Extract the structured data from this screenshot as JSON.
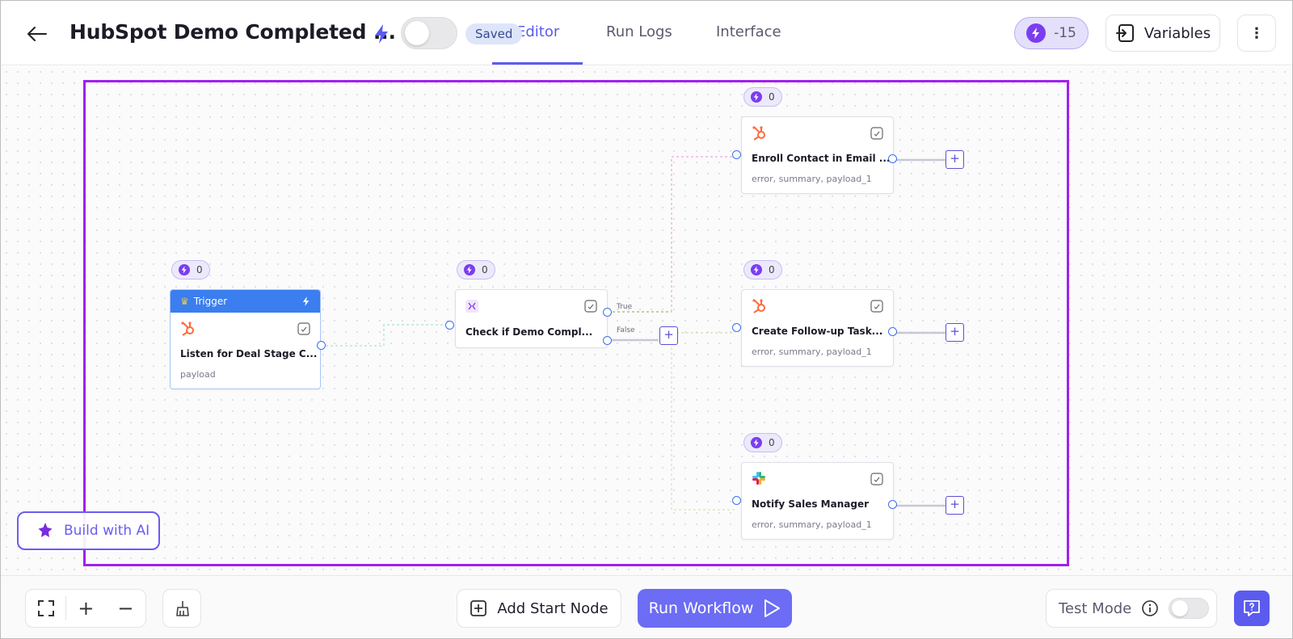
{
  "header": {
    "title": "HubSpot Demo Completed ...",
    "saved_label": "Saved",
    "tabs": [
      {
        "label": "Editor",
        "active": true
      },
      {
        "label": "Run Logs",
        "active": false
      },
      {
        "label": "Interface",
        "active": false
      }
    ],
    "credits": "-15",
    "variables_label": "Variables",
    "more_icon": "⋮",
    "workflow_enabled": false
  },
  "canvas": {
    "nodes": [
      {
        "id": "trigger",
        "header": "Trigger",
        "app_icon": "hubspot-icon",
        "name": "Listen for Deal Stage C...",
        "outputs": "payload",
        "count": "0"
      },
      {
        "id": "condition",
        "app_icon": "condition-icon",
        "name": "Check if Demo Compl...",
        "count": "0"
      },
      {
        "id": "enroll",
        "app_icon": "hubspot-icon",
        "name": "Enroll Contact in Email ...",
        "outputs": "error, summary, payload_1",
        "count": "0"
      },
      {
        "id": "followup",
        "app_icon": "hubspot-icon",
        "name": "Create Follow-up Task...",
        "outputs": "error, summary, payload_1",
        "count": "0"
      },
      {
        "id": "notify",
        "app_icon": "slack-icon",
        "name": "Notify Sales Manager",
        "outputs": "error, summary, payload_1",
        "count": "0"
      }
    ],
    "branch_labels": {
      "true": "True",
      "false": "False"
    },
    "plus_symbol": "+",
    "build_ai_label": "Build with AI"
  },
  "bottom": {
    "zoom_in": "+",
    "zoom_out": "−",
    "add_start_label": "Add Start Node",
    "run_label": "Run Workflow",
    "test_mode_label": "Test Mode",
    "test_mode_on": false
  },
  "colors": {
    "accent": "#5b5bf0",
    "selection": "#a020f0",
    "trigger_header": "#3a7ef0",
    "hubspot": "#ff6a3d",
    "credit": "#7b3df0"
  }
}
